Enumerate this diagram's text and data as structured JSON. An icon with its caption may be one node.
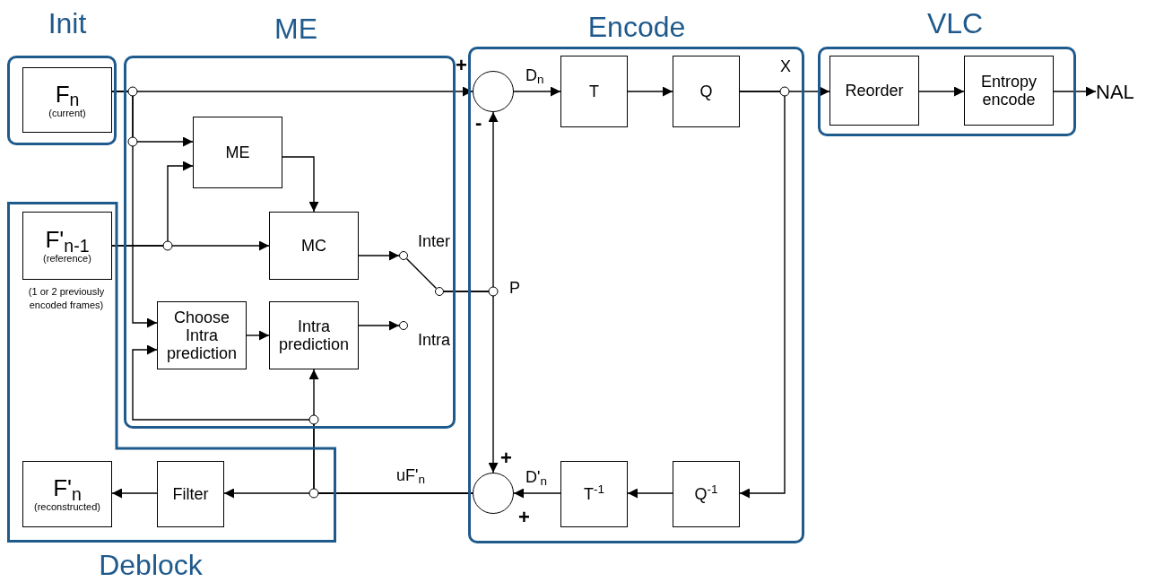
{
  "diagram": {
    "nodes": [
      {
        "text": [
          "Init"
        ]
      },
      {
        "text": [
          "F$_{n}$",
          "(current)"
        ],
        "in": 0
      },
      {
        "text": [
          "ME"
        ]
      },
      {
        "text": [
          "ME"
        ],
        "in": 2
      },
      {
        "text": [
          "MC"
        ],
        "in": 2
      },
      {
        "text": [
          "Choose Intra prediction"
        ],
        "in": 2
      },
      {
        "text": [
          "Intra prediction"
        ],
        "in": 2
      },
      {
        "text": [
          "Encode"
        ]
      },
      {
        "text": [],
        "shape": "circle",
        "in": 7
      },
      {
        "text": [
          "T"
        ],
        "in": 7
      },
      {
        "text": [
          "Q"
        ],
        "in": 7
      },
      {
        "text": [
          "Q$^{-1}$"
        ],
        "in": 7
      },
      {
        "text": [
          "T$^{-1}$"
        ],
        "in": 7
      },
      {
        "text": [],
        "shape": "circle",
        "in": 7
      },
      {
        "text": [
          "VLC"
        ]
      },
      {
        "text": [
          "Reorder"
        ],
        "in": 14
      },
      {
        "text": [
          "Entropy encode"
        ],
        "in": 14
      },
      {
        "text": [
          "NAL"
        ]
      },
      {
        "text": [
          "Deblock"
        ]
      },
      {
        "text": [
          "F'$_{n-1}$",
          "(reference)"
        ],
        "in": 18,
        "beside": [
          "(1 or 2 previously encoded frames)"
        ]
      },
      {
        "text": [
          "Filter"
        ],
        "in": 18
      },
      {
        "text": [
          "F'$_{n}$",
          "(reconstructed)"
        ],
        "in": 18
      },
      {
        "text": [],
        "shape": "circle",
        "in": 2,
        "beside": [
          "Inter"
        ]
      },
      {
        "text": [],
        "shape": "circle",
        "in": 2,
        "beside": [
          "Intra"
        ]
      },
      {
        "text": [],
        "shape": "circle",
        "in": 2
      }
    ],
    "edges": [
      {
        "from": 1,
        "to": 8,
        "arrow": "to"
      },
      {
        "from": 1,
        "to": 3,
        "arrow": "to"
      },
      {
        "from": 1,
        "to": 5,
        "arrow": "to"
      },
      {
        "from": 19,
        "to": 4,
        "arrow": "to"
      },
      {
        "from": 19,
        "to": 3,
        "arrow": "to"
      },
      {
        "from": 3,
        "to": 4,
        "arrow": "to"
      },
      {
        "from": 4,
        "to": 22,
        "arrow": "to"
      },
      {
        "from": 5,
        "to": 6,
        "arrow": "to"
      },
      {
        "from": 6,
        "to": 23,
        "arrow": "to"
      },
      {
        "from": 24,
        "to": 22,
        "arrow": "none"
      },
      {
        "from": 24,
        "to": 8,
        "arrow": "to"
      },
      {
        "from": 24,
        "to": 13,
        "arrow": "to"
      },
      {
        "from": 8,
        "to": 9,
        "arrow": "to",
        "label": "D$_{n}$"
      },
      {
        "from": 9,
        "to": 10,
        "arrow": "to"
      },
      {
        "from": 10,
        "to": 15,
        "arrow": "to",
        "label": "X"
      },
      {
        "from": 10,
        "to": 11,
        "arrow": "to"
      },
      {
        "from": 11,
        "to": 12,
        "arrow": "to"
      },
      {
        "from": 12,
        "to": 13,
        "arrow": "to",
        "label": "D'$_{n}$"
      },
      {
        "from": 13,
        "to": 20,
        "arrow": "to",
        "label": "uF'$_{n}$"
      },
      {
        "from": 13,
        "to": 6,
        "arrow": "to"
      },
      {
        "from": 13,
        "to": 5,
        "arrow": "to"
      },
      {
        "from": 20,
        "to": 21,
        "arrow": "to"
      },
      {
        "from": 15,
        "to": 16,
        "arrow": "to"
      },
      {
        "from": 16,
        "to": 17,
        "arrow": "to"
      }
    ],
    "labels": [
      "+",
      "-",
      "P",
      "+",
      "+"
    ]
  }
}
